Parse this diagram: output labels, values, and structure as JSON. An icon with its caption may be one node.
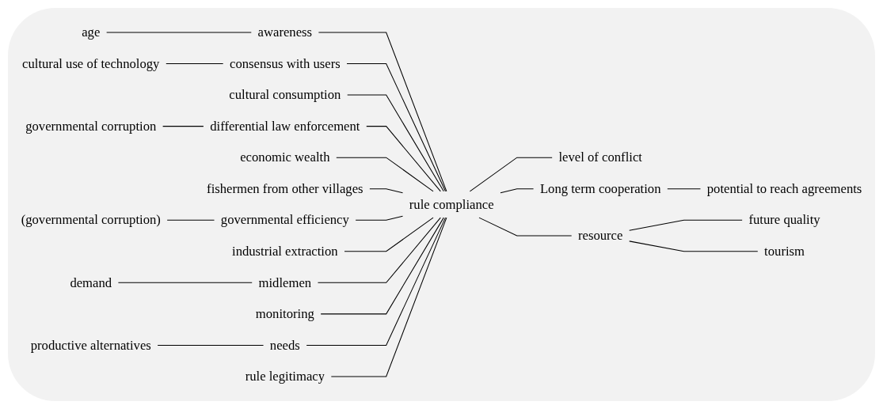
{
  "diagram": {
    "nodes": [
      {
        "text": [
          "age"
        ]
      },
      {
        "text": [
          "awareness"
        ]
      },
      {
        "text": [
          "cultural use of technology"
        ]
      },
      {
        "text": [
          "consensus with users"
        ]
      },
      {
        "text": [
          "cultural consumption"
        ]
      },
      {
        "text": [
          "governmental corruption"
        ]
      },
      {
        "text": [
          "differential law enforcement"
        ]
      },
      {
        "text": [
          "economic wealth"
        ]
      },
      {
        "text": [
          "fishermen from other villages"
        ]
      },
      {
        "text": [
          "(governmental corruption)"
        ]
      },
      {
        "text": [
          "governmental efficiency"
        ]
      },
      {
        "text": [
          "industrial extraction"
        ]
      },
      {
        "text": [
          "demand"
        ]
      },
      {
        "text": [
          "midlemen"
        ]
      },
      {
        "text": [
          "monitoring"
        ]
      },
      {
        "text": [
          "productive alternatives"
        ]
      },
      {
        "text": [
          "needs"
        ]
      },
      {
        "text": [
          "rule legitimacy"
        ]
      },
      {
        "text": [
          "rule compliance"
        ]
      },
      {
        "text": [
          "level of conflict"
        ]
      },
      {
        "text": [
          "Long term cooperation"
        ]
      },
      {
        "text": [
          "potential to reach agreements"
        ]
      },
      {
        "text": [
          "resource"
        ]
      },
      {
        "text": [
          "future quality"
        ]
      },
      {
        "text": [
          "tourism"
        ]
      }
    ],
    "edges": [
      {
        "from": 0,
        "to": 1,
        "arrow": "none"
      },
      {
        "from": 1,
        "to": 18,
        "arrow": "none"
      },
      {
        "from": 2,
        "to": 3,
        "arrow": "none"
      },
      {
        "from": 3,
        "to": 18,
        "arrow": "none"
      },
      {
        "from": 4,
        "to": 18,
        "arrow": "none"
      },
      {
        "from": 5,
        "to": 6,
        "arrow": "none"
      },
      {
        "from": 6,
        "to": 18,
        "arrow": "none"
      },
      {
        "from": 7,
        "to": 18,
        "arrow": "none"
      },
      {
        "from": 8,
        "to": 18,
        "arrow": "none"
      },
      {
        "from": 9,
        "to": 10,
        "arrow": "none"
      },
      {
        "from": 10,
        "to": 18,
        "arrow": "none"
      },
      {
        "from": 11,
        "to": 18,
        "arrow": "none"
      },
      {
        "from": 12,
        "to": 13,
        "arrow": "none"
      },
      {
        "from": 13,
        "to": 18,
        "arrow": "none"
      },
      {
        "from": 14,
        "to": 18,
        "arrow": "none"
      },
      {
        "from": 15,
        "to": 16,
        "arrow": "none"
      },
      {
        "from": 16,
        "to": 18,
        "arrow": "none"
      },
      {
        "from": 17,
        "to": 18,
        "arrow": "none"
      },
      {
        "from": 18,
        "to": 19,
        "arrow": "none"
      },
      {
        "from": 18,
        "to": 20,
        "arrow": "none"
      },
      {
        "from": 20,
        "to": 21,
        "arrow": "none"
      },
      {
        "from": 18,
        "to": 22,
        "arrow": "none"
      },
      {
        "from": 22,
        "to": 23,
        "arrow": "none"
      },
      {
        "from": 22,
        "to": 24,
        "arrow": "none"
      }
    ]
  }
}
